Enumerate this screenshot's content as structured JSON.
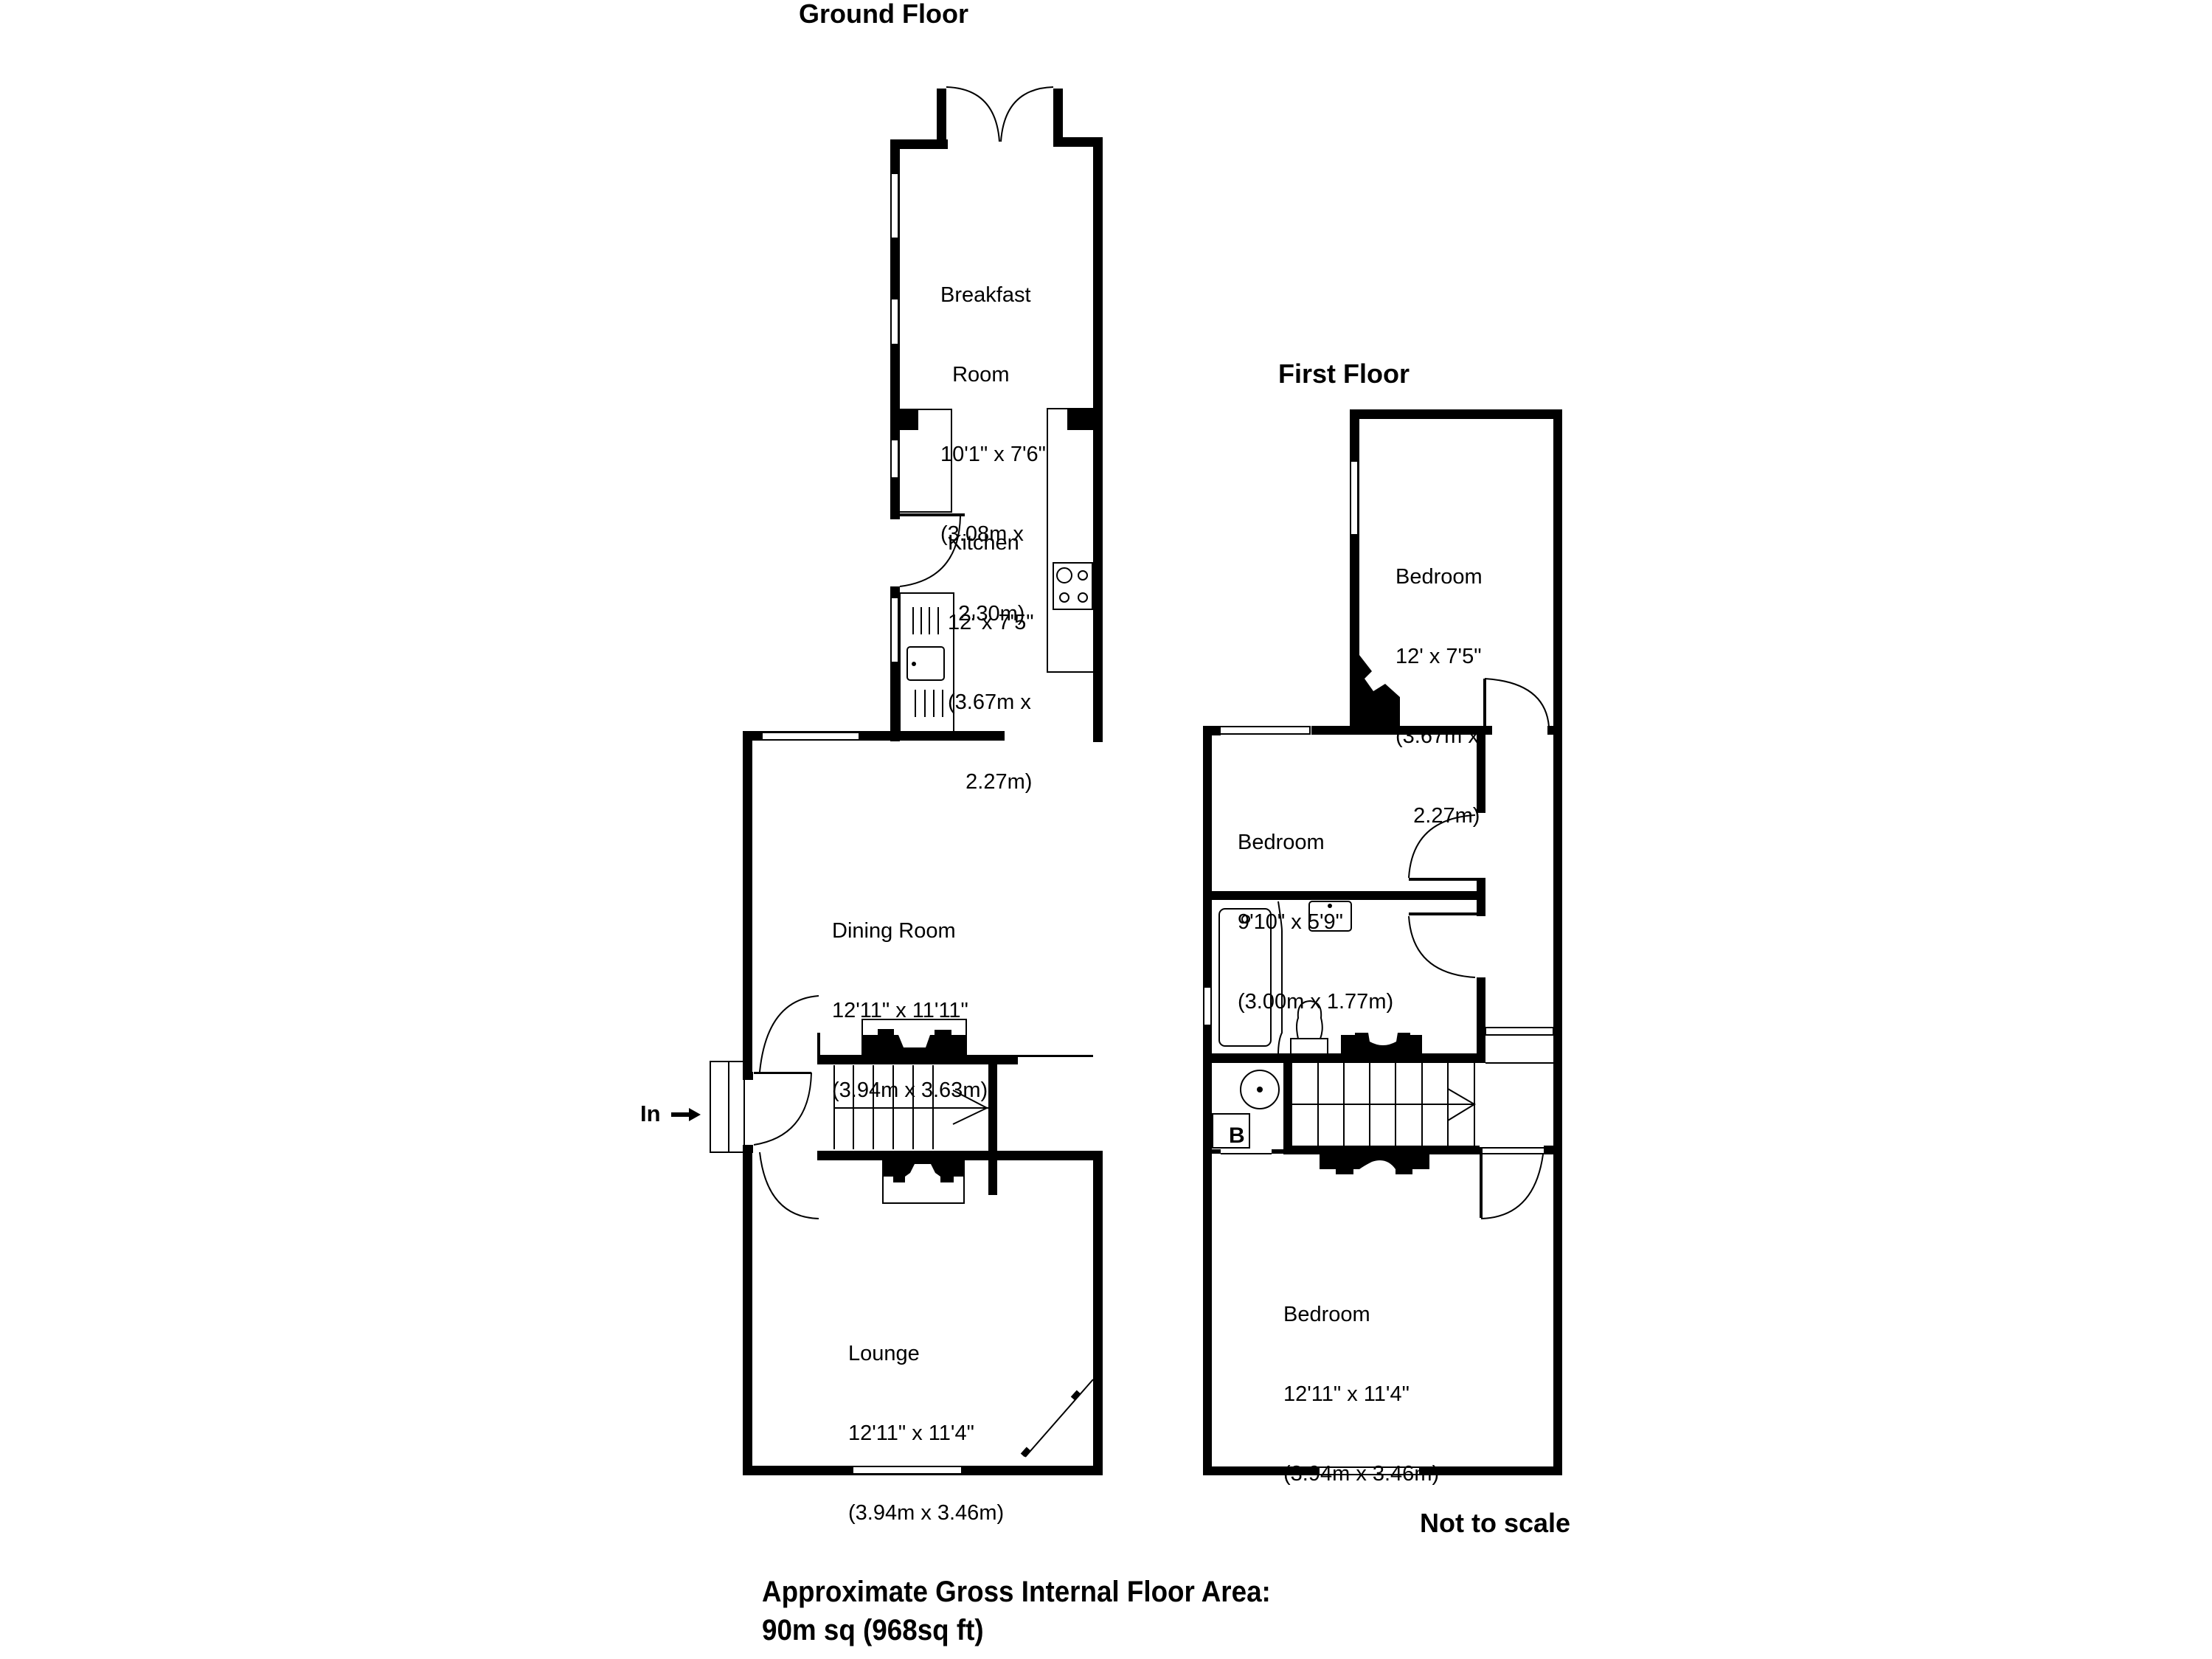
{
  "titles": {
    "ground_floor": "Ground Floor",
    "first_floor": "First Floor",
    "not_to_scale": "Not to scale",
    "entrance": "In",
    "boiler": "B"
  },
  "area": {
    "label": "Approximate Gross Internal Floor Area:",
    "value": "90m sq (968sq ft)"
  },
  "ground_floor": {
    "rooms": [
      {
        "name_lines": [
          "Breakfast",
          "  Room"
        ],
        "imperial": "10'1\" x 7'6\"",
        "metric_lines": [
          "(3.08m x",
          "   2.30m)"
        ]
      },
      {
        "name_lines": [
          "Kitchen"
        ],
        "imperial": "12' x 7'5\"",
        "metric_lines": [
          "(3.67m x",
          "   2.27m)"
        ]
      },
      {
        "name_lines": [
          "Dining Room"
        ],
        "imperial": "12'11\" x 11'11\"",
        "metric_lines": [
          "(3.94m x 3.63m)"
        ]
      },
      {
        "name_lines": [
          "Lounge"
        ],
        "imperial": "12'11\" x 11'4\"",
        "metric_lines": [
          "(3.94m x 3.46m)"
        ]
      }
    ]
  },
  "first_floor": {
    "rooms": [
      {
        "name_lines": [
          "Bedroom"
        ],
        "imperial": "12' x 7'5\"",
        "metric_lines": [
          "(3.67m x",
          "   2.27m)"
        ]
      },
      {
        "name_lines": [
          "Bedroom"
        ],
        "imperial": "9'10\" x 5'9\"",
        "metric_lines": [
          "(3.00m x 1.77m)"
        ]
      },
      {
        "name_lines": [
          "Bedroom"
        ],
        "imperial": "12'11\" x 11'4\"",
        "metric_lines": [
          "(3.94m x 3.46m)"
        ]
      }
    ]
  }
}
